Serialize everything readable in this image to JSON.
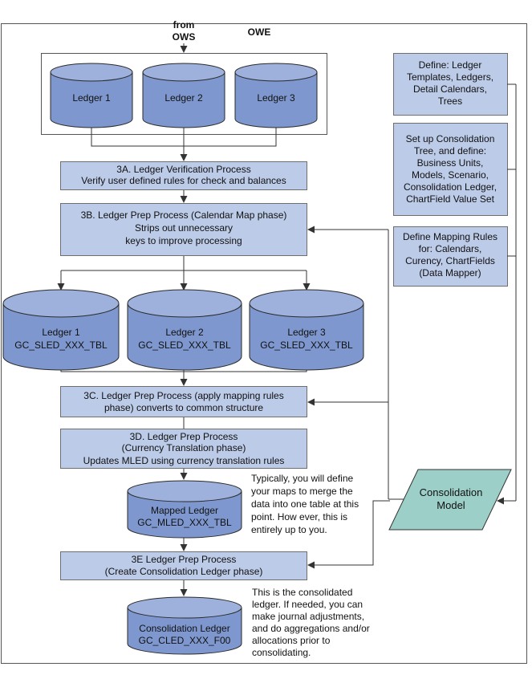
{
  "header": {
    "from_label_1": "from",
    "from_label_2": "OWS",
    "owe_label": "OWE"
  },
  "top_ledgers": [
    "Ledger 1",
    "Ledger 2",
    "Ledger 3"
  ],
  "step_3a": {
    "line1": "3A. Ledger Verification Process",
    "line2": "Verify user defined rules for check and balances"
  },
  "step_3b": {
    "line1": "3B. Ledger Prep Process (Calendar Map phase)",
    "line2": "Strips out unnecessary",
    "line3": "keys to improve processing"
  },
  "sled_ledgers": [
    {
      "name": "Ledger 1",
      "table": "GC_SLED_XXX_TBL"
    },
    {
      "name": "Ledger 2",
      "table": "GC_SLED_XXX_TBL"
    },
    {
      "name": "Ledger 3",
      "table": "GC_SLED_XXX_TBL"
    }
  ],
  "step_3c": {
    "line1": "3C. Ledger Prep Process (apply mapping rules",
    "line2": "phase) converts to common structure"
  },
  "step_3d": {
    "line1": "3D. Ledger Prep Process",
    "line2": "(Currency Translation phase)",
    "line3": "Updates MLED using currency translation rules"
  },
  "mapped_ledger": {
    "name": "Mapped Ledger",
    "table": "GC_MLED_XXX_TBL"
  },
  "mapped_note": [
    "Typically, you will define",
    "your maps to merge the",
    "data into one table at this",
    "point. How ever, this is",
    "entirely up to you."
  ],
  "step_3e": {
    "line1": "3E Ledger Prep Process",
    "line2": "(Create Consolidation Ledger phase)"
  },
  "consolidation_ledger": {
    "name": "Consolidation  Ledger",
    "table": "GC_CLED_XXX_F00"
  },
  "consolidated_note": [
    "This is the consolidated",
    "ledger. If needed, you can",
    "make journal adjustments,",
    "and do aggregations and/or",
    "allocations prior to",
    "consolidating."
  ],
  "side_define": [
    "Define: Ledger",
    "Templates, Ledgers,",
    "Detail  Calendars,",
    "Trees"
  ],
  "side_setup": [
    "Set up Consolidation",
    "Tree, and define:",
    "Business Units,",
    "Models, Scenario,",
    "Consolidation  Ledger,",
    "ChartField Value Set"
  ],
  "side_mapping": [
    "Define Mapping Rules",
    "for: Calendars,",
    "Curency, ChartFields",
    "(Data Mapper)"
  ],
  "consolidation_model": [
    "Consolidation",
    "Model"
  ],
  "colors": {
    "box_fill": "#bccbe8",
    "cylinder_fill": "#7e98cf",
    "model_fill": "#9ccfc8"
  }
}
